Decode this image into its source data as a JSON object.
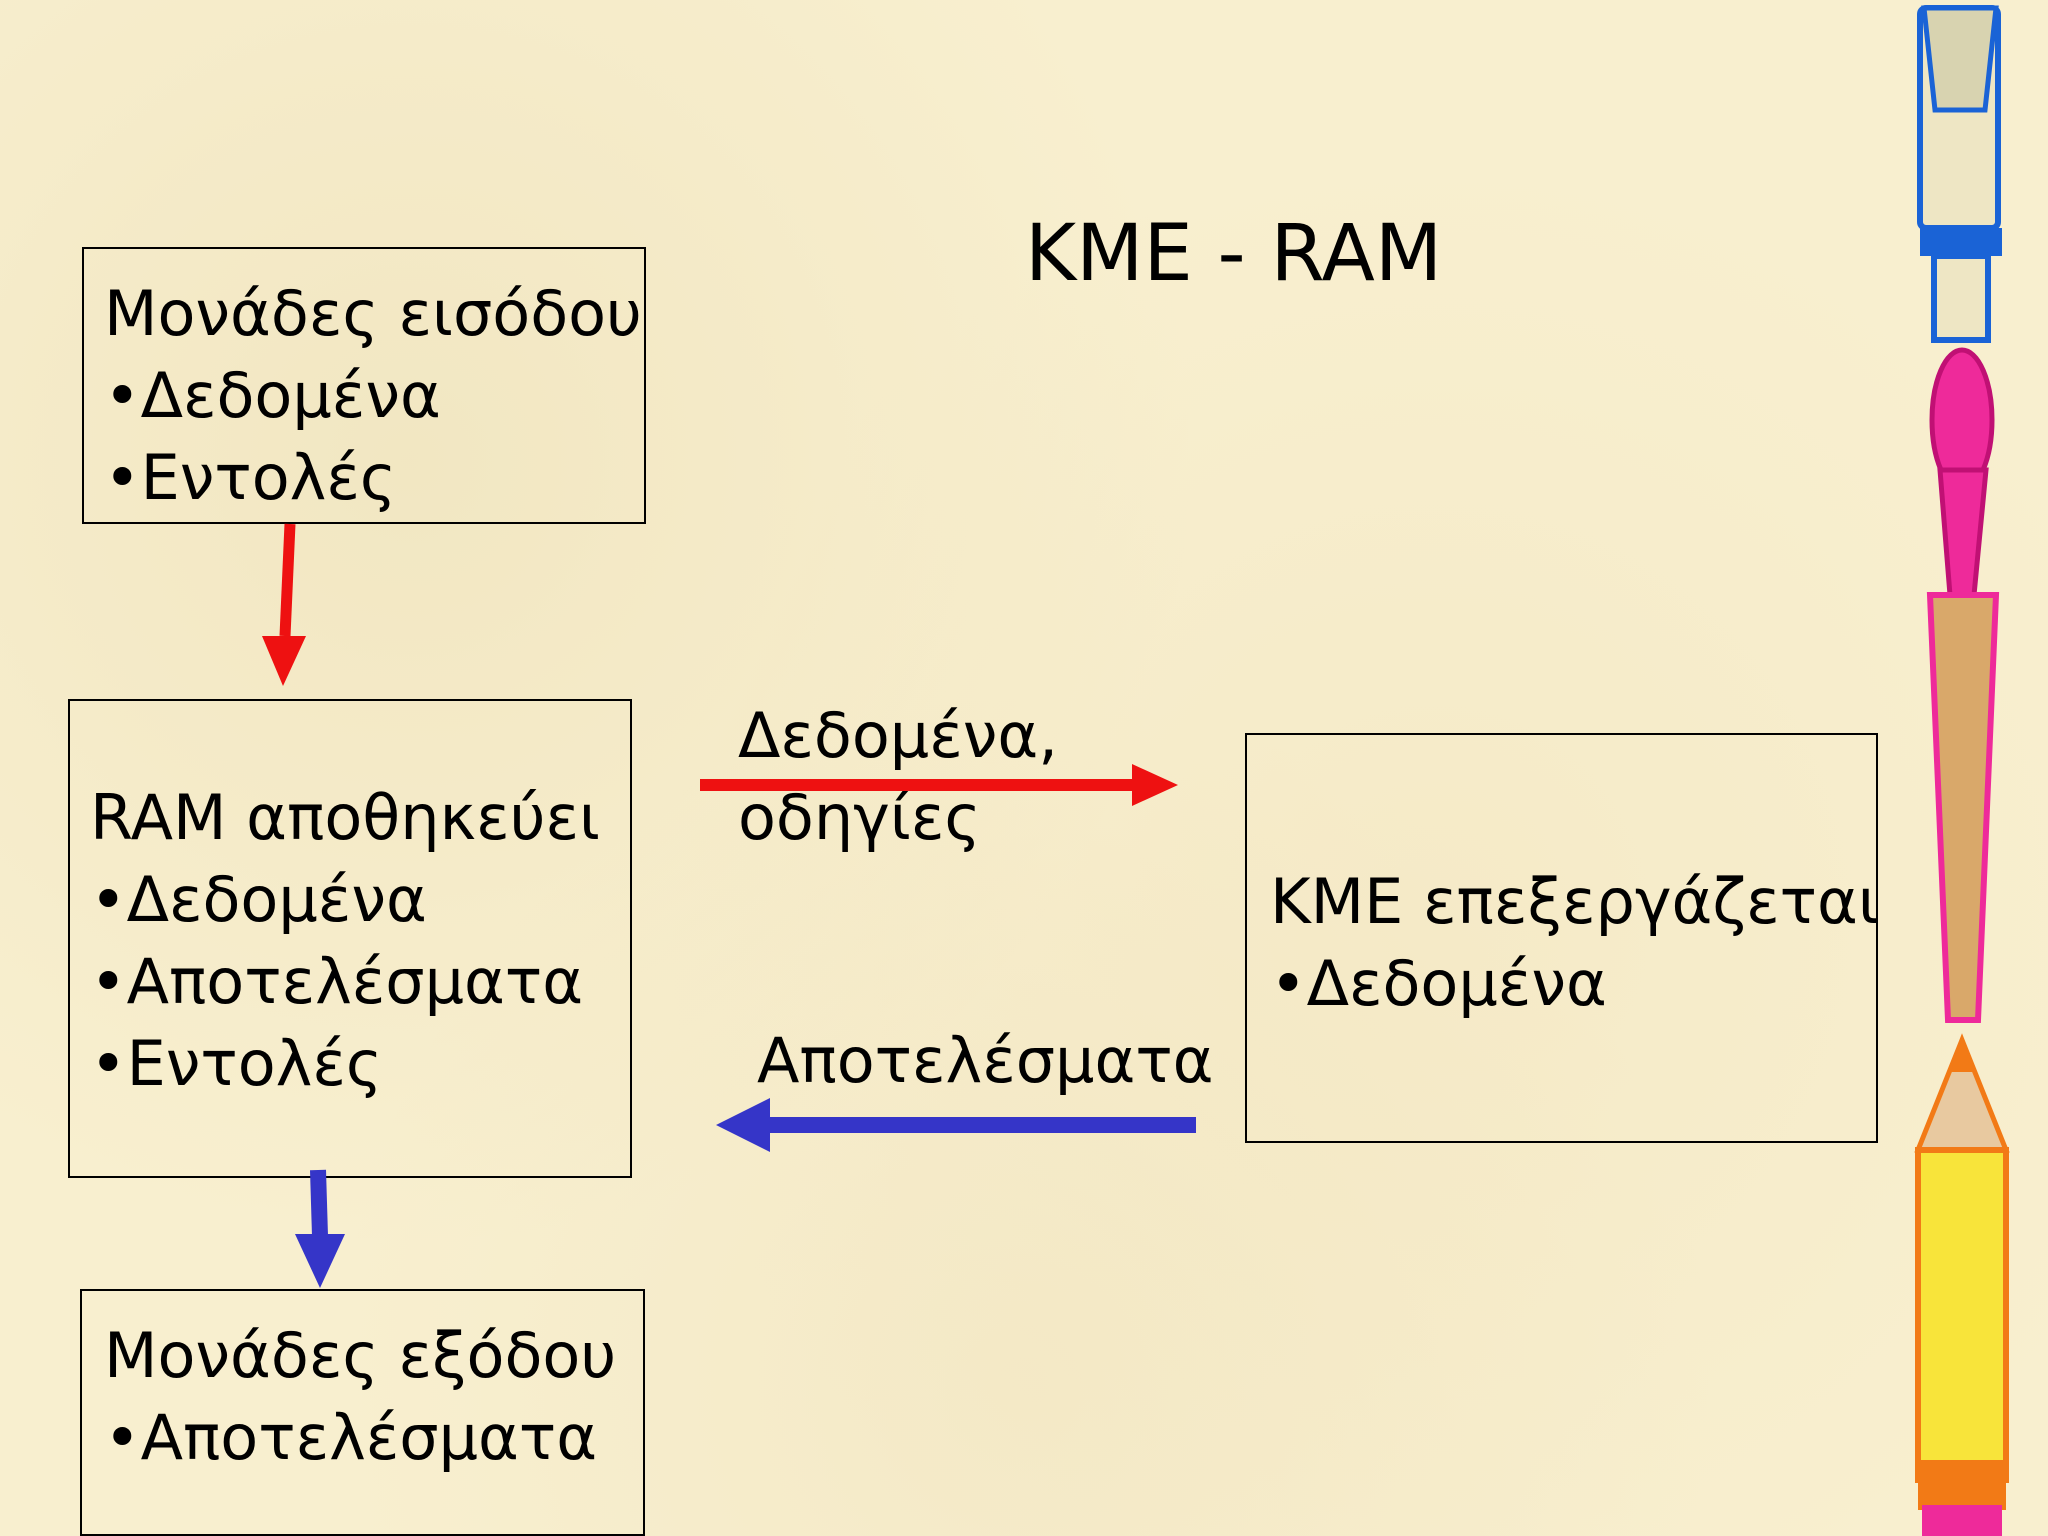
{
  "title": "KME - RAM",
  "input_box": {
    "heading": "Μονάδες εισόδου",
    "items": [
      "•Δεδομένα",
      "•Εντολές"
    ]
  },
  "ram_box": {
    "heading": "RAM αποθηκεύει",
    "items": [
      "•Δεδομένα",
      "•Αποτελέσματα",
      "•Εντολές"
    ]
  },
  "cpu_box": {
    "heading": "KME επεξεργάζεται",
    "items": [
      "•Δεδομένα"
    ]
  },
  "output_box": {
    "heading": "Μονάδες εξόδου",
    "items": [
      "•Αποτελέσματα"
    ]
  },
  "arrow_labels": {
    "forward_line1": "Δεδομένα,",
    "forward_line2": "οδηγίες",
    "back": "Αποτελέσματα"
  },
  "colors": {
    "background": "#f8efcf",
    "red_arrow": "#ee1111",
    "blue_arrow": "#3535c8"
  }
}
